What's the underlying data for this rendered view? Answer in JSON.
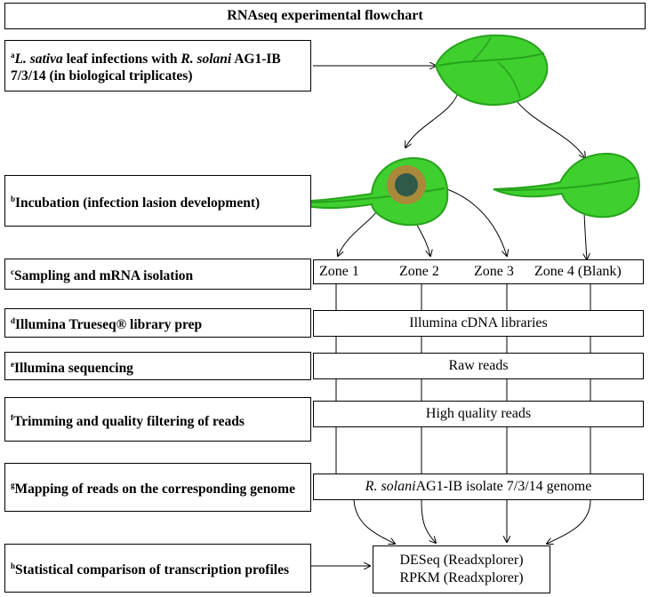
{
  "title": "RNAseq experimental flowchart",
  "steps": [
    {
      "letter": "a",
      "text_parts": [
        {
          "t": "L. sativa",
          "i": true
        },
        {
          "t": " leaf infections with ",
          "i": false
        },
        {
          "t": "R. solani",
          "i": true
        },
        {
          "t": " AG1-IB 7/3/14 (in biological triplicates)",
          "i": false
        }
      ]
    },
    {
      "letter": "b",
      "text_parts": [
        {
          "t": "Incubation (infection lasion development)",
          "i": false
        }
      ]
    },
    {
      "letter": "c",
      "text_parts": [
        {
          "t": "Sampling and mRNA isolation",
          "i": false
        }
      ]
    },
    {
      "letter": "d",
      "text_parts": [
        {
          "t": "Illumina Trueseq® library prep",
          "i": false
        }
      ]
    },
    {
      "letter": "e",
      "text_parts": [
        {
          "t": "Illumina sequencing",
          "i": false
        }
      ]
    },
    {
      "letter": "f",
      "text_parts": [
        {
          "t": "Trimming and quality filtering of reads",
          "i": false
        }
      ]
    },
    {
      "letter": "g",
      "text_parts": [
        {
          "t": "Mapping of reads on the corresponding genome",
          "i": false
        }
      ]
    },
    {
      "letter": "h",
      "text_parts": [
        {
          "t": "Statistical comparison of transcription profiles",
          "i": false
        }
      ]
    }
  ],
  "zones": [
    "Zone 1",
    "Zone 2",
    "Zone  3",
    "Zone 4 (Blank)"
  ],
  "results": {
    "libraries": "Illumina cDNA libraries",
    "raw": "Raw reads",
    "hq": "High quality reads",
    "genome_parts": [
      {
        "t": "R. solani",
        "i": true
      },
      {
        "t": " AG1-IB isolate 7/3/14 genome",
        "i": false
      }
    ],
    "stats_line1": "DESeq (Readxplorer)",
    "stats_line2": "RPKM (Readxplorer)"
  },
  "colors": {
    "leaf": "#3fcf2e",
    "leaf_dark": "#27a31c",
    "lesion_outer": "#a9893a",
    "lesion_inner": "#2f5a4a"
  }
}
